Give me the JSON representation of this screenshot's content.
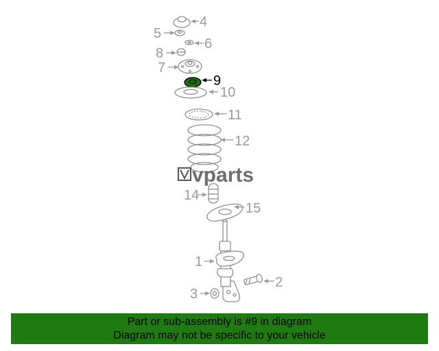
{
  "diagram": {
    "callouts": {
      "c1": "1",
      "c2": "2",
      "c3": "3",
      "c4": "4",
      "c5": "5",
      "c6": "6",
      "c7": "7",
      "c8": "8",
      "c9": "9",
      "c10": "10",
      "c11": "11",
      "c12": "12",
      "c14": "14",
      "c15": "15"
    },
    "highlight_part": "9",
    "highlight_color": "#1f6b12",
    "watermark": "vparts"
  },
  "banner": {
    "line1": "Part or sub-assembly is #9 in diagram",
    "line2": "Diagram may not be specific to your vehicle",
    "color": "#1f7a12"
  }
}
